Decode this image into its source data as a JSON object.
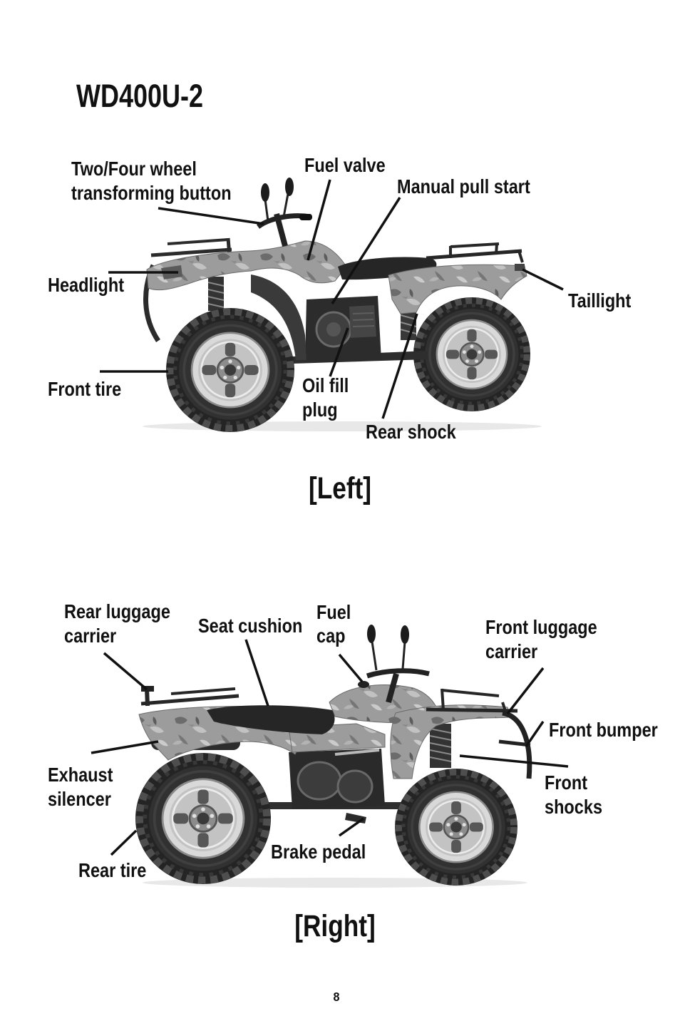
{
  "page": {
    "title": "WD400U-2",
    "page_number": "8"
  },
  "left_view": {
    "caption": "[Left]",
    "labels": {
      "two_four_wheel_button": [
        "Two/Four wheel",
        "transforming button"
      ],
      "fuel_valve": "Fuel valve",
      "manual_pull_start": "Manual pull start",
      "headlight": "Headlight",
      "taillight": "Taillight",
      "front_tire": "Front tire",
      "oil_fill_plug": [
        "Oil fill",
        "plug"
      ],
      "rear_shock": "Rear shock"
    }
  },
  "right_view": {
    "caption": "[Right]",
    "labels": {
      "rear_luggage_carrier": [
        "Rear luggage",
        "carrier"
      ],
      "seat_cushion": "Seat cushion",
      "fuel_cap": [
        "Fuel",
        "cap"
      ],
      "front_luggage_carrier": [
        "Front luggage",
        "carrier"
      ],
      "front_bumper": "Front bumper",
      "exhaust_silencer": [
        "Exhaust",
        "silencer"
      ],
      "front_shocks": [
        "Front",
        "shocks"
      ],
      "rear_tire": "Rear tire",
      "brake_pedal": "Brake pedal"
    }
  }
}
